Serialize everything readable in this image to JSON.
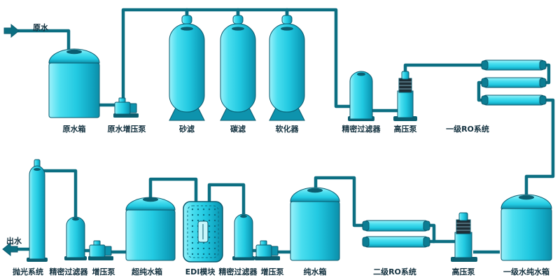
{
  "diagram": {
    "type": "process-flow",
    "subject": "water purification system",
    "colors": {
      "equipment_fill": "#22C9E1",
      "equipment_edge": "#0A5A6E",
      "pipe": "#0C6F82",
      "label_text": "#13313F",
      "background": "#FFFFFF"
    },
    "top_row": {
      "inlet": "原水",
      "raw_water_tank": "原水箱",
      "raw_water_booster_pump": "原水增压泵",
      "sand_filter": "砂滤",
      "carbon_filter": "碳滤",
      "softener": "软化器",
      "precision_filter": "精密过滤器",
      "high_pressure_pump": "高压泵",
      "ro_system_1": "一级RO系统"
    },
    "bottom_row": {
      "stage1_pure_water_tank": "一级水纯水箱",
      "high_pressure_pump": "高压泵",
      "ro_system_2": "二级RO系统",
      "pure_water_tank": "纯水箱",
      "booster_pump_a": "增压泵",
      "precision_filter_a": "精密过滤器",
      "edi_module": "EDI模块",
      "ultrapure_water_tank": "超纯水箱",
      "booster_pump_b": "增压泵",
      "precision_filter_b": "精密过滤器",
      "polishing_system": "抛光系统",
      "outlet": "出水"
    }
  }
}
